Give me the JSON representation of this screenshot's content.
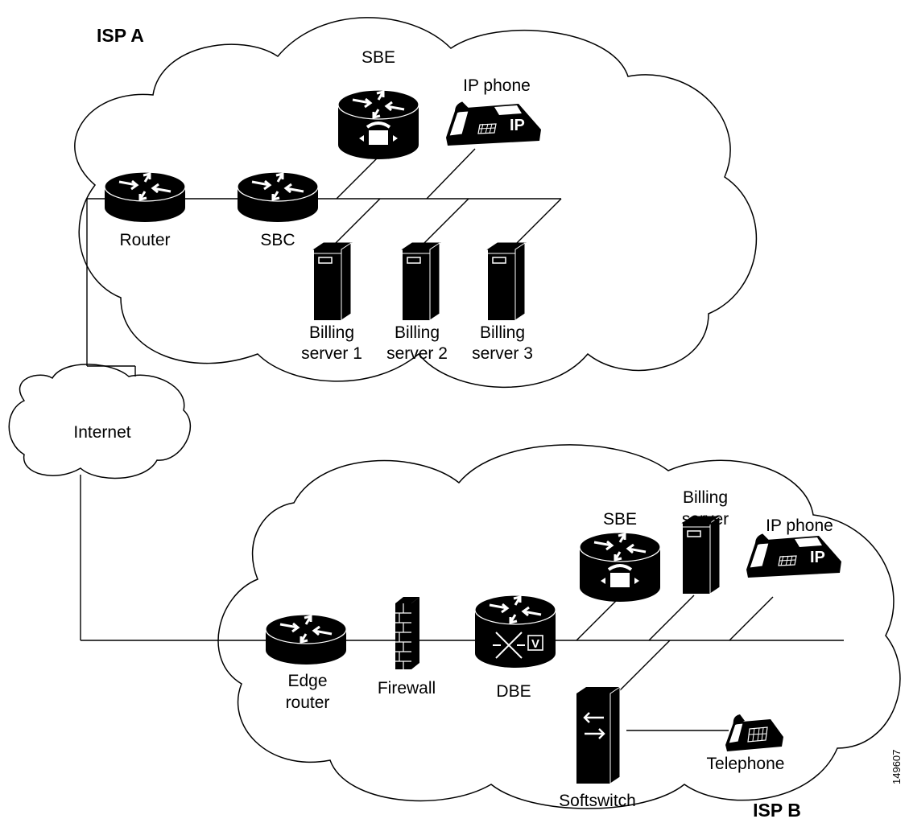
{
  "diagram": {
    "isp_a": {
      "title": "ISP A",
      "sbe": "SBE",
      "ip_phone": "IP phone",
      "router": "Router",
      "sbc": "SBC",
      "billing_1": [
        "Billing",
        "server 1"
      ],
      "billing_2": [
        "Billing",
        "server 2"
      ],
      "billing_3": [
        "Billing",
        "server 3"
      ]
    },
    "internet": "Internet",
    "isp_b": {
      "title": "ISP B",
      "sbe": "SBE",
      "billing": [
        "Billing",
        "server"
      ],
      "ip_phone": "IP phone",
      "edge_router": [
        "Edge",
        "router"
      ],
      "firewall": "Firewall",
      "dbe": "DBE",
      "softswitch": "Softswitch",
      "telephone": "Telephone"
    },
    "figure_id": "149607",
    "ip_badge": "IP",
    "v_badge": "V"
  }
}
